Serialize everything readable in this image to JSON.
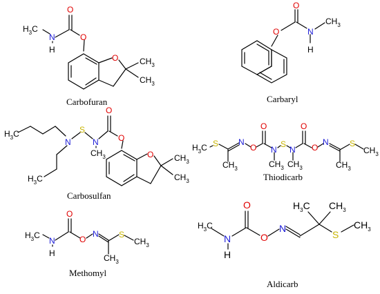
{
  "atoms": {
    "oxygen": "O",
    "nitrogen": "N",
    "sulfur": "S",
    "hydrogen": "H",
    "methyl": "CH",
    "methyl_left": "H",
    "methyl_c": "C",
    "three": "3",
    "carbon": "C"
  },
  "colors": {
    "oxygen": "#e00000",
    "nitrogen": "#1a1ad6",
    "sulfur": "#c8b400",
    "bond": "#000000"
  },
  "captions": {
    "carbofuran": "Carbofuran",
    "carbaryl": "Carbaryl",
    "carbosulfan": "Carbosulfan",
    "thiodicarb": "Thiodicarb",
    "methomyl": "Methomyl",
    "aldicarb": "Aldicarb"
  }
}
